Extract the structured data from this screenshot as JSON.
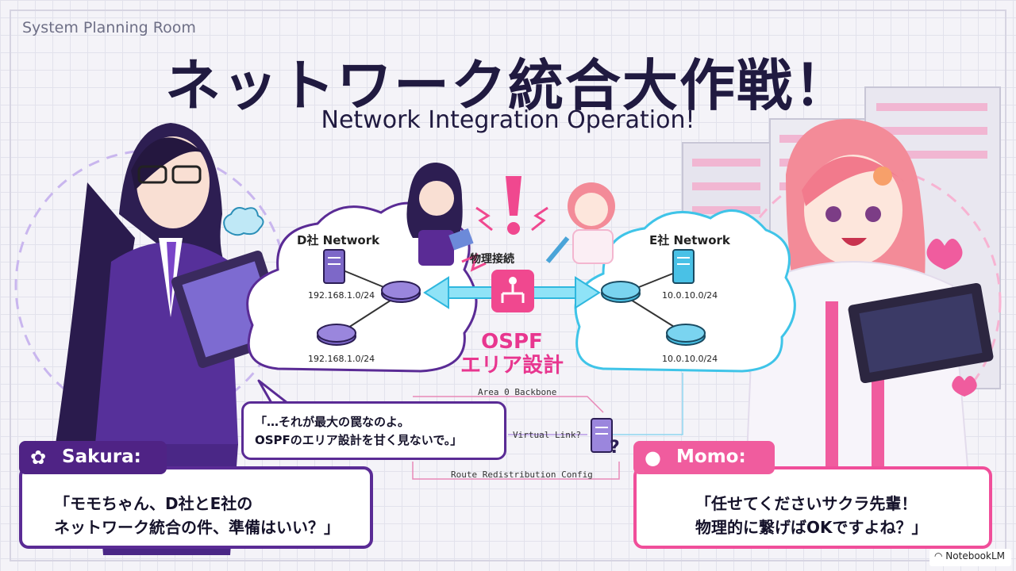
{
  "header": {
    "room_label": "System Planning Room",
    "title": "ネットワーク統合大作戦！",
    "subtitle": "Network Integration Operation!"
  },
  "diagram": {
    "left_cloud": {
      "name": "D社 Network",
      "ips": [
        "192.168.1.0/24",
        "192.168.1.0/24"
      ]
    },
    "right_cloud": {
      "name": "E社 Network",
      "ips": [
        "10.0.10.0/24",
        "10.0.10.0/24"
      ]
    },
    "link_label": "物理接続",
    "ospf_line1": "OSPF",
    "ospf_line2": "エリア設計",
    "alert": "!",
    "lines": {
      "backbone": "Area 0 Backbone",
      "virtual": "Virtual Link?",
      "redistribution": "Route Redistribution Config"
    },
    "question_mark": "?"
  },
  "dialogue": {
    "center": {
      "line1": "「…それが最大の罠なのよ。",
      "line2": "OSPFのエリア設計を甘く見ないで。」"
    },
    "sakura": {
      "name": "Sakura:",
      "line1": "「モモちゃん、D社とE社の",
      "line2": "ネットワーク統合の件、準備はいい？」"
    },
    "momo": {
      "name": "Momo:",
      "line1": "「任せてくださいサクラ先輩！",
      "line2": "物理的に繋げばOKですよね？」"
    }
  },
  "footer": {
    "brand": "NotebookLM"
  },
  "icons": {
    "sakura_tag": "cherry-blossom-icon",
    "momo_tag": "peach-icon",
    "router": "router-icon",
    "server": "server-icon",
    "ospf": "ospf-node-icon"
  },
  "colors": {
    "purple": "#5a2b95",
    "pink": "#f04e9a",
    "cyan": "#3fc4e8",
    "ink": "#201a40"
  }
}
